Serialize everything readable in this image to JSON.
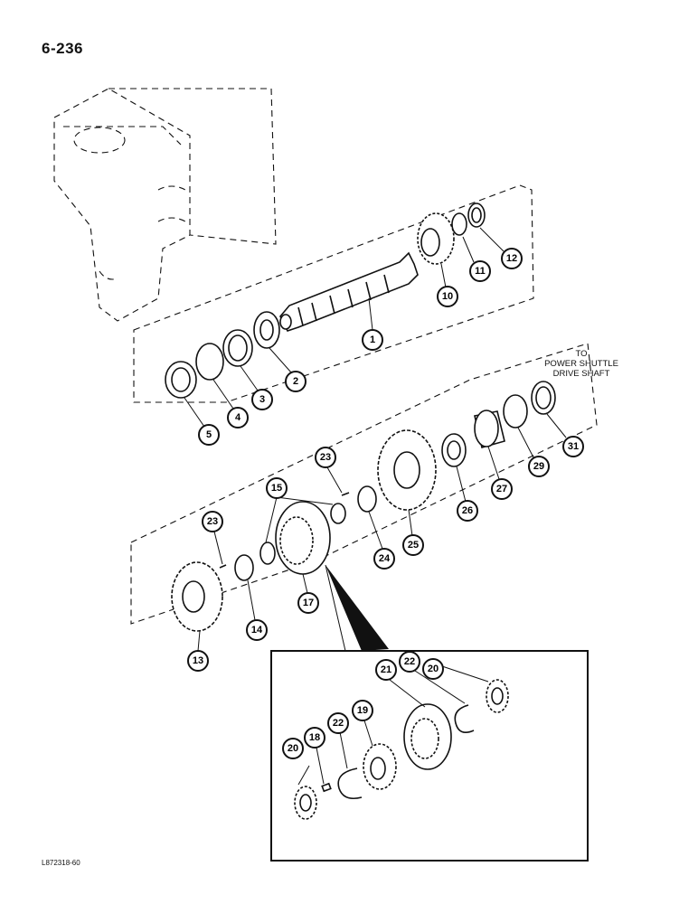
{
  "page": {
    "number": "6-236",
    "drawing_code": "L872318-60"
  },
  "note": {
    "line1": "TO",
    "line2": "POWER SHUTTLE",
    "line3": "DRIVE SHAFT"
  },
  "callouts": {
    "c1": "1",
    "c2": "2",
    "c3": "3",
    "c4": "4",
    "c5": "5",
    "c10": "10",
    "c11": "11",
    "c12": "12",
    "c13": "13",
    "c14": "14",
    "c15": "15",
    "c17": "17",
    "c18": "18",
    "c19": "19",
    "c20a": "20",
    "c20b": "20",
    "c21": "21",
    "c22a": "22",
    "c22b": "22",
    "c23a": "23",
    "c23b": "23",
    "c24": "24",
    "c25": "25",
    "c26": "26",
    "c27": "27",
    "c29": "29",
    "c31": "31"
  }
}
